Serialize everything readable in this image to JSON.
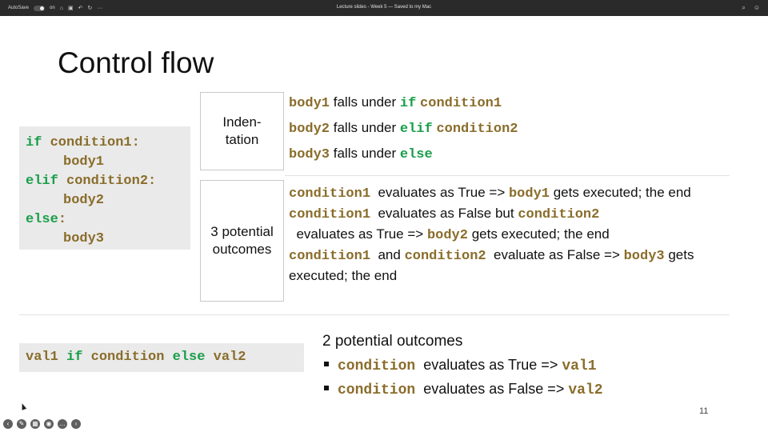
{
  "titlebar": {
    "autosave": "AutoSave",
    "autosave_state": "on",
    "document_title": "Lecture slides - Week 5 — Saved to my Mac",
    "icons": [
      "home-icon",
      "save-icon",
      "undo-icon",
      "redo-icon",
      "more-icon"
    ],
    "right_icons": [
      "search-icon",
      "share-icon"
    ]
  },
  "slide": {
    "title": "Control flow",
    "page_number": "11",
    "code_block_1": {
      "line1_kw": "if",
      "line1_id": "condition1",
      "line1_colon": ":",
      "line2_id": "body1",
      "line3_kw": "elif",
      "line3_id": "condition2",
      "line3_colon": ":",
      "line4_id": "body2",
      "line5_kw": "else",
      "line5_colon": ":",
      "line6_id": "body3"
    },
    "indentation": {
      "label_line1": "Inden-",
      "label_line2": "tation",
      "rows": [
        {
          "body": "body1",
          "text": " falls under ",
          "kw": "if",
          "cond": "condition1"
        },
        {
          "body": "body2",
          "text": " falls under ",
          "kw": "elif",
          "cond": "condition2"
        },
        {
          "body": "body3",
          "text": " falls under ",
          "kw": "else",
          "cond": ""
        }
      ]
    },
    "outcomes": {
      "label_line1": "3 potential",
      "label_line2": "outcomes",
      "o1_cond": "condition1",
      "o1_text1": "  evaluates as True => ",
      "o1_body": "body1",
      "o1_text2": " gets executed; the end",
      "o2_cond1": "condition1",
      "o2_text1": "  evaluates as False but ",
      "o2_cond2": "condition2",
      "o2_text2": "  evaluates as True => ",
      "o2_body": "body2",
      "o2_text3": " gets executed; the end",
      "o3_cond1": "condition1",
      "o3_text1": "  and ",
      "o3_cond2": "condition2",
      "o3_text2": "  evaluate as False => ",
      "o3_body": "body3",
      "o3_text3": " gets executed; the end"
    },
    "code_block_2": {
      "val1": "val1",
      "kw_if": "if",
      "cond": "condition",
      "kw_else": "else",
      "val2": "val2"
    },
    "ternary": {
      "title": "2 potential outcomes",
      "b1_cond": "condition",
      "b1_text": "  evaluates as True => ",
      "b1_val": "val1",
      "b2_cond": "condition",
      "b2_text": "  evaluates as False => ",
      "b2_val": "val2"
    }
  },
  "bottom_toolbar": {
    "icons": [
      "previous-icon",
      "pen-icon",
      "slides-icon",
      "camera-icon",
      "more-icon",
      "next-icon"
    ]
  }
}
